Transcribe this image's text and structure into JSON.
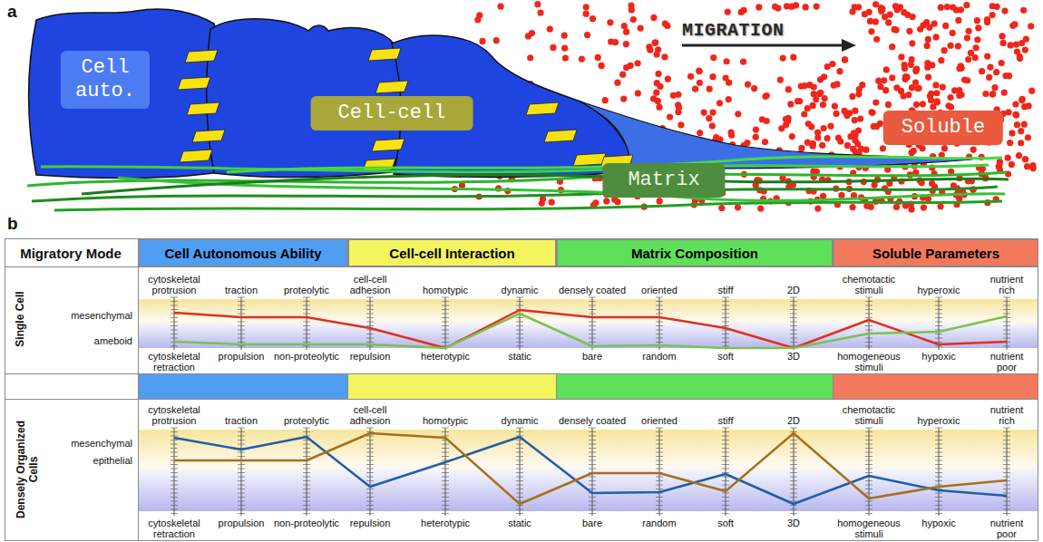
{
  "diagram": {
    "nodes": [
      {
        "text": [
          "Cell auto."
        ]
      },
      {
        "text": [
          "Cell-cell"
        ]
      },
      {
        "text": [
          "Matrix"
        ]
      },
      {
        "text": [
          "Soluble"
        ]
      },
      {
        "text": [
          "Cell Autonomous Ability"
        ]
      },
      {
        "text": [
          "Cell-cell Interaction"
        ]
      },
      {
        "text": [
          "Matrix Composition"
        ]
      },
      {
        "text": [
          "Soluble Parameters"
        ]
      }
    ],
    "labels": [
      "a",
      "MIGRATION",
      "b",
      "Migratory Mode",
      "Single Cell",
      "mesenchymal",
      "ameboid",
      "cytoskeletal protrusion",
      "traction",
      "proteolytic",
      "cell-cell adhesion",
      "homotypic",
      "dynamic",
      "densely coated",
      "oriented",
      "stiff",
      "2D",
      "chemotactic stimuli",
      "hyperoxic",
      "nutrient rich",
      "cytoskeletal retraction",
      "propulsion",
      "non-proteolytic",
      "repulsion",
      "heterotypic",
      "static",
      "bare",
      "random",
      "soft",
      "3D",
      "homogeneous stimuli",
      "hypoxic",
      "nutrient poor",
      "Densely Organized Cells",
      "mesenchymal",
      "epithelial",
      "cytoskeletal protrusion",
      "traction",
      "proteolytic",
      "cell-cell adhesion",
      "homotypic",
      "dynamic",
      "densely coated",
      "oriented",
      "stiff",
      "2D",
      "chemotactic stimuli",
      "hyperoxic",
      "nutrient rich",
      "cytoskeletal retraction",
      "propulsion",
      "non-proteolytic",
      "repulsion",
      "heterotypic",
      "static",
      "bare",
      "random",
      "soft",
      "3D",
      "homogeneous stimuli",
      "hypoxic",
      "nutrient poor"
    ]
  }
}
